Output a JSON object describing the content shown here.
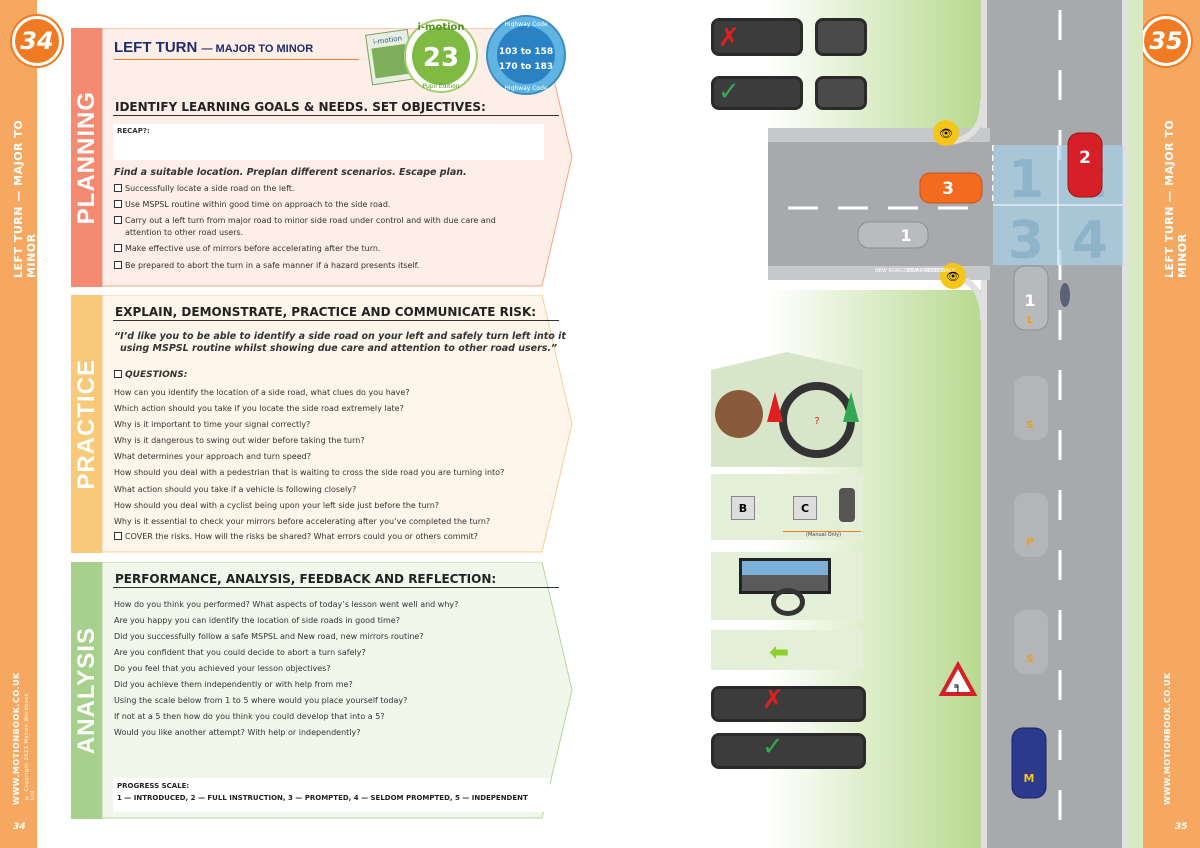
{
  "left_page": {
    "page_number": "34",
    "side_title": "LEFT TURN — MAJOR TO MINOR",
    "website": "WWW.MOTIONBOOK.CO.UK",
    "copyright": "© Copyright 2023 Motion Workbook Ltd",
    "footer_number": "34",
    "title_main": "LEFT TURN",
    "title_sub": "— MAJOR TO MINOR",
    "badge": {
      "brand": "i-motion",
      "number": "23",
      "edition": "Pupil Edition",
      "logo_text": "i-motion"
    },
    "highway_code": {
      "label_top": "Highway Code",
      "label_bottom": "Highway Code",
      "range1": "103 to 158",
      "range2": "170 to 183"
    },
    "planning": {
      "tab": "PLANNING",
      "heading": "IDENTIFY LEARNING GOALS & NEEDS. SET OBJECTIVES:",
      "recap_label": "RECAP?:",
      "location_line": "Find a suitable location. Preplan different scenarios. Escape plan.",
      "items": [
        "Successfully locate a side road on the left.",
        "Use MSPSL routine within good time on approach to the side road.",
        "Carry out a left turn from major road to minor side road under control and with due care and",
        "attention to other road users.",
        "Make effective use of mirrors before accelerating after the turn.",
        "Be prepared to abort the turn in a safe manner if a hazard presents itself."
      ]
    },
    "practice": {
      "tab": "PRACTICE",
      "heading": "EXPLAIN, DEMONSTRATE, PRACTICE AND COMMUNICATE RISK:",
      "quote_line1": "“I’d like you to be able to identify a side road on your left and safely turn left into it",
      "quote_line2": "using MSPSL routine whilst showing due care and attention to other road users.”",
      "questions_label": "QUESTIONS:",
      "questions": [
        "How can you identify the location of a side road, what clues do you have?",
        "Which action should you take if you locate the side road extremely late?",
        "Why is it important to time your signal correctly?",
        "Why is it dangerous to swing out wider before taking the turn?",
        "What determines your approach and turn speed?",
        "How should you deal with a pedestrian that is waiting to cross the side road you are turning into?",
        "What action should you take if a vehicle is following closely?",
        "How should you deal with a cyclist being upon your left side just before the turn?",
        "Why is it essential to check your mirrors before accelerating after you’ve completed the turn?"
      ],
      "cover_line": "COVER the risks. How will the risks be shared? What errors could you or others commit?"
    },
    "analysis": {
      "tab": "ANALYSIS",
      "heading": "PERFORMANCE, ANALYSIS, FEEDBACK AND REFLECTION:",
      "questions": [
        "How do you think you performed? What aspects of today’s lesson went well and why?",
        "Are you happy you can identify the location of side roads in good time?",
        "Did you successfully follow a safe MSPSL and New road, new mirrors routine?",
        "Are you confident that you could decide to abort a turn safely?",
        "Do you feel that you achieved your lesson objectives?",
        "Did you achieve them independently or with help from me?",
        "Using the scale below from 1 to 5 where would you place yourself today?",
        "If not at a 5 then how do you think you could develop that into a 5?",
        "Would you like another attempt? With help or independently?"
      ],
      "progress_label": "PROGRESS SCALE:",
      "progress_scale": "1 — INTRODUCED, 2 — FULL INSTRUCTION, 3 — PROMPTED, 4 — SELDOM PROMPTED, 5 — INDEPENDENT"
    }
  },
  "right_page": {
    "page_number": "35",
    "side_title": "LEFT TURN — MAJOR TO MINOR",
    "website": "WWW.MOTIONBOOK.CO.UK",
    "footer_number": "35",
    "road_label_left": "NEW ROAD, NEW MIRRORS",
    "road_label_right": "75% IN, STEER BACK",
    "manual_only": "(Manual Only)",
    "zone_numbers": [
      "1",
      "2",
      "3",
      "4"
    ],
    "car_labels": {
      "car1": "1",
      "car2": "2",
      "car3": "3",
      "car_grey1": "1"
    },
    "letters": [
      "L",
      "S",
      "P",
      "S",
      "M"
    ],
    "mirror_letters": [
      "B",
      "C"
    ],
    "wheel_mark": "?",
    "colors": {
      "orange": "#f07b22",
      "sidebar": "#f7a860",
      "planning_tab": "#f58a72",
      "practice_tab": "#f9c97a",
      "analysis_tab": "#a8d08d",
      "zone_blue": "#a9d0e6",
      "road_grey": "#a7a9ac",
      "grass_green": "#b7d98e"
    }
  }
}
